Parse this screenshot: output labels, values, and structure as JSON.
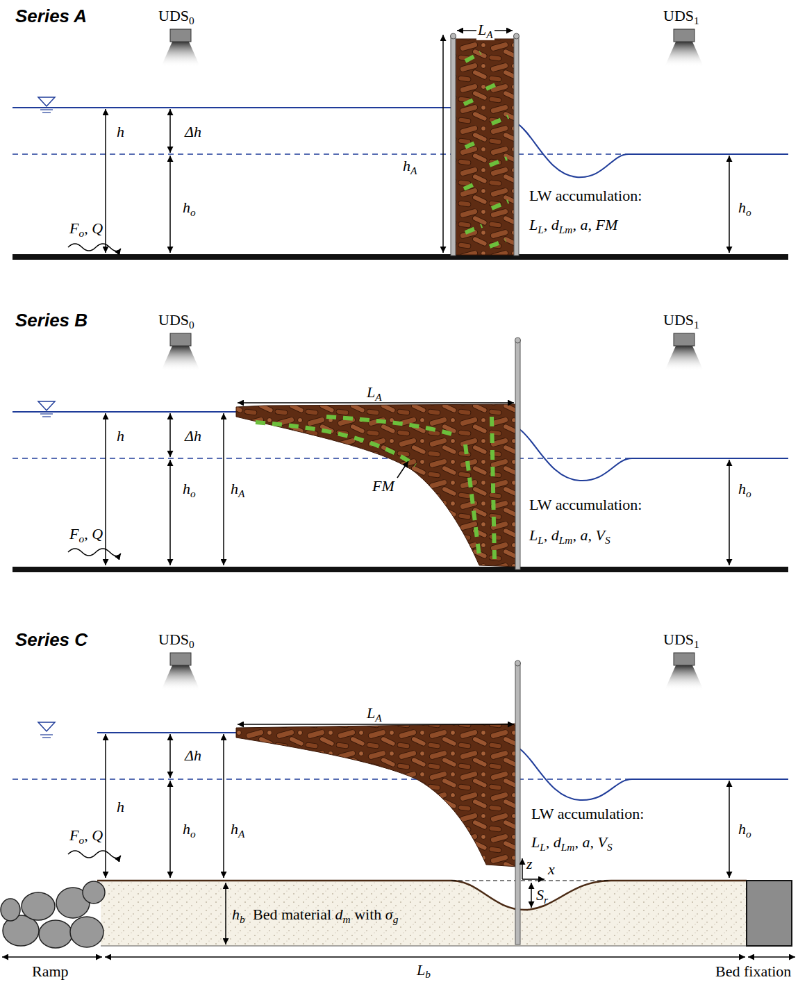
{
  "diagram": {
    "labels": [
      "Series A",
      "UDS",
      "0",
      "UDS",
      "1",
      "L",
      "A",
      "h",
      "Δh",
      "h",
      "A",
      "h",
      "o",
      "F",
      "o",
      ", Q",
      "LW accumulation:",
      "L",
      "L",
      ", d",
      "Lm",
      ", a, FM",
      "h",
      "o",
      "Series B",
      "UDS",
      "0",
      "UDS",
      "1",
      "L",
      "A",
      "h",
      "Δh",
      "h",
      "o",
      "h",
      "A",
      "FM",
      "F",
      "o",
      ", Q",
      "LW accumulation:",
      "L",
      "L",
      ", d",
      "Lm",
      ", a, ",
      "V",
      "S",
      "h",
      "o",
      "Series C",
      "UDS",
      "0",
      "UDS",
      "1",
      "L",
      "A",
      "h",
      "Δh",
      "h",
      "o",
      "h",
      "A",
      "F",
      "o",
      ", Q",
      "LW accumulation:",
      "L",
      "L",
      ", d",
      "Lm",
      ", a, ",
      "V",
      "S",
      "h",
      "o",
      "z",
      "x",
      "S",
      "r",
      "h",
      "b",
      "Bed material ",
      "d",
      "m",
      " with ",
      "σ",
      "g",
      "Ramp",
      "L",
      "b",
      "Bed fixation"
    ]
  }
}
